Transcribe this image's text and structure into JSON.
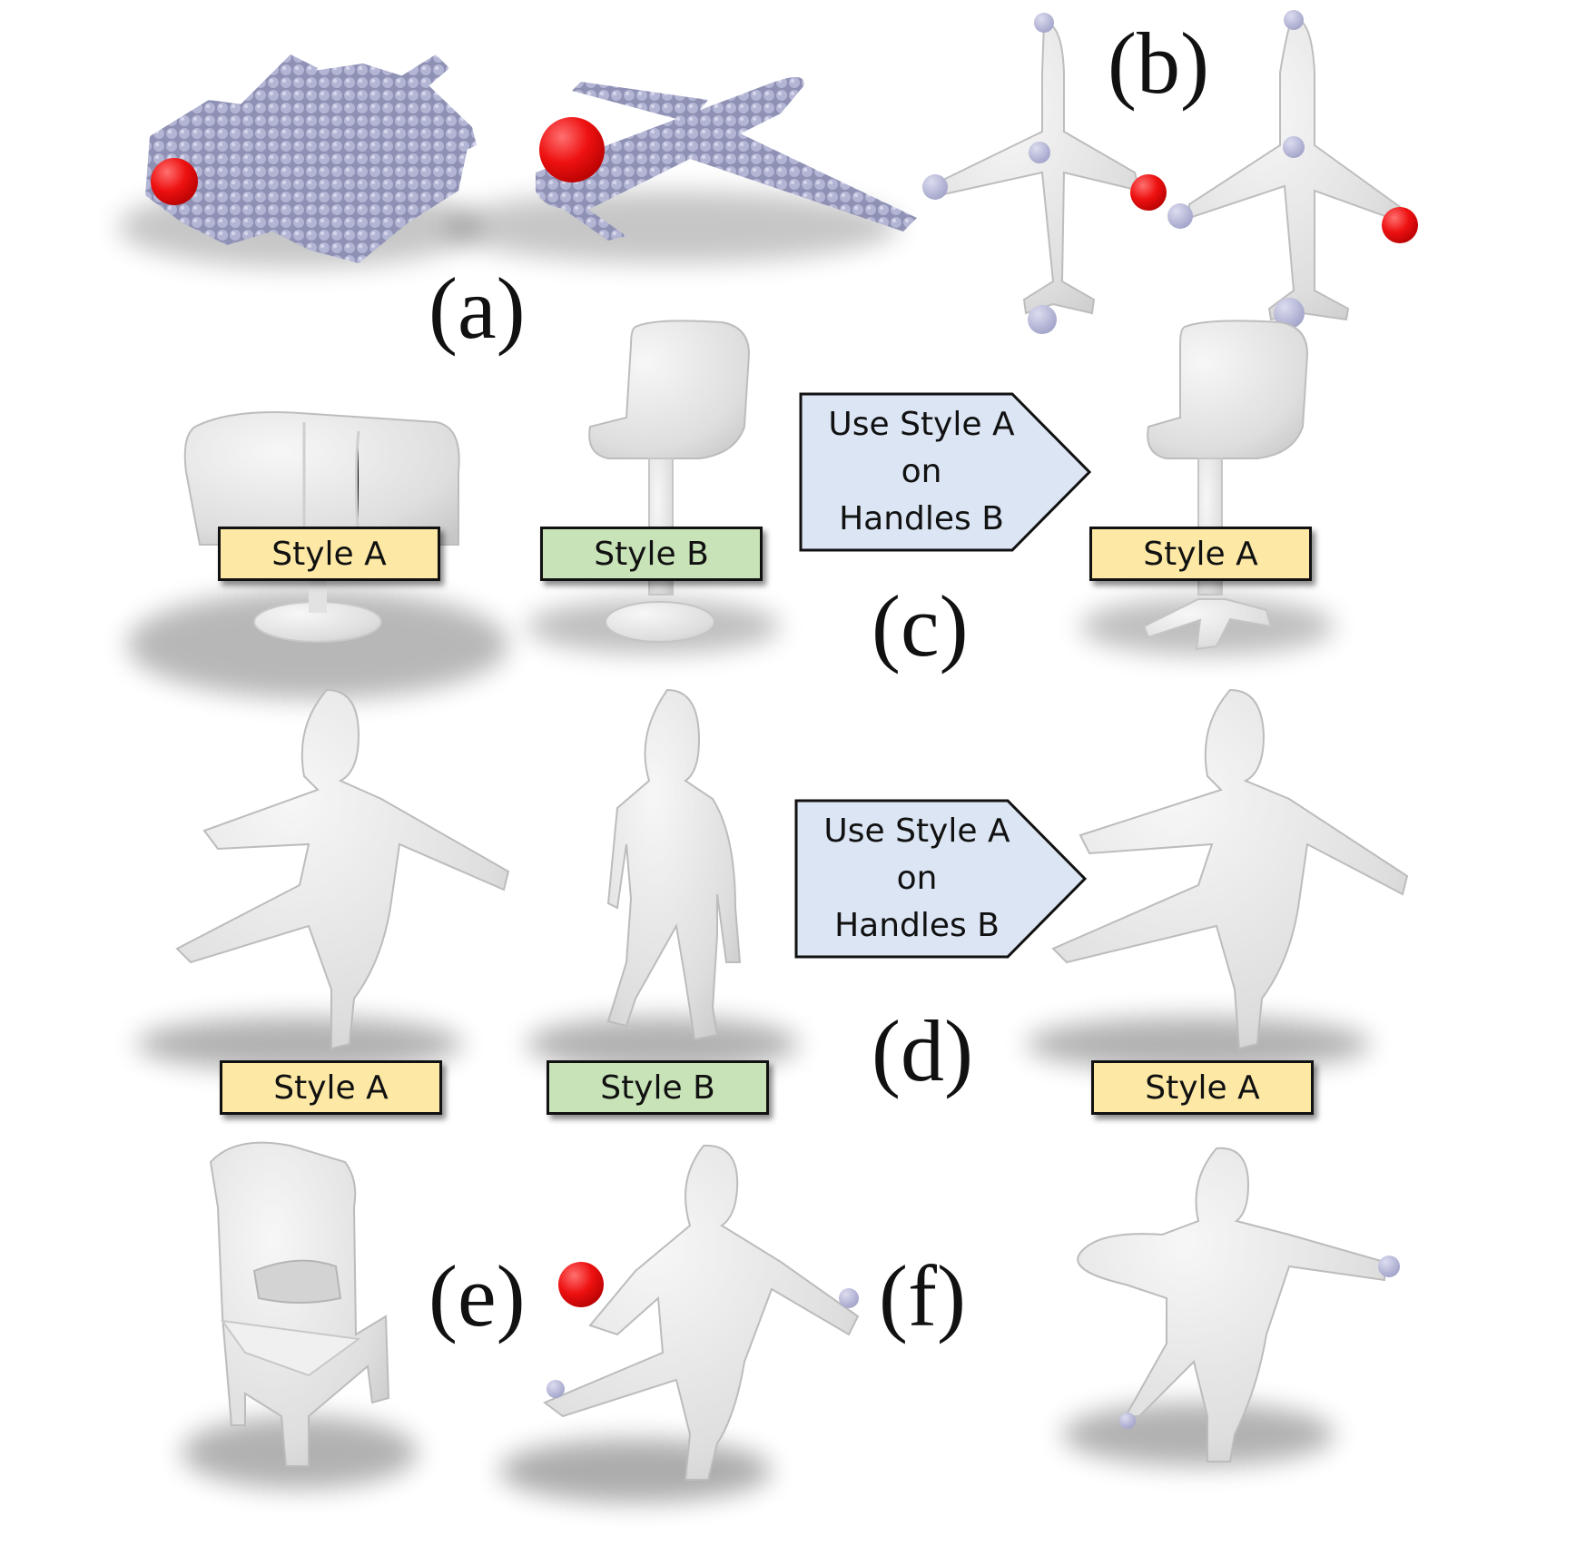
{
  "panels": {
    "a": "(a)",
    "b": "(b)",
    "c": "(c)",
    "d": "(d)",
    "e": "(e)",
    "f": "(f)"
  },
  "labels": {
    "style_a": "Style A",
    "style_b": "Style B"
  },
  "arrow": {
    "line1": "Use Style A",
    "line2": "on",
    "line3": "Handles B"
  },
  "colors": {
    "style_a_fill": "#fde9a5",
    "style_b_fill": "#c8e3b8",
    "arrow_fill": "#dbe5f3",
    "handle_red": "#ee1111",
    "handle_lavender": "#b4b6d8",
    "mesh_gray": "#e7e7e7",
    "pointcloud": "#a8aacb"
  }
}
